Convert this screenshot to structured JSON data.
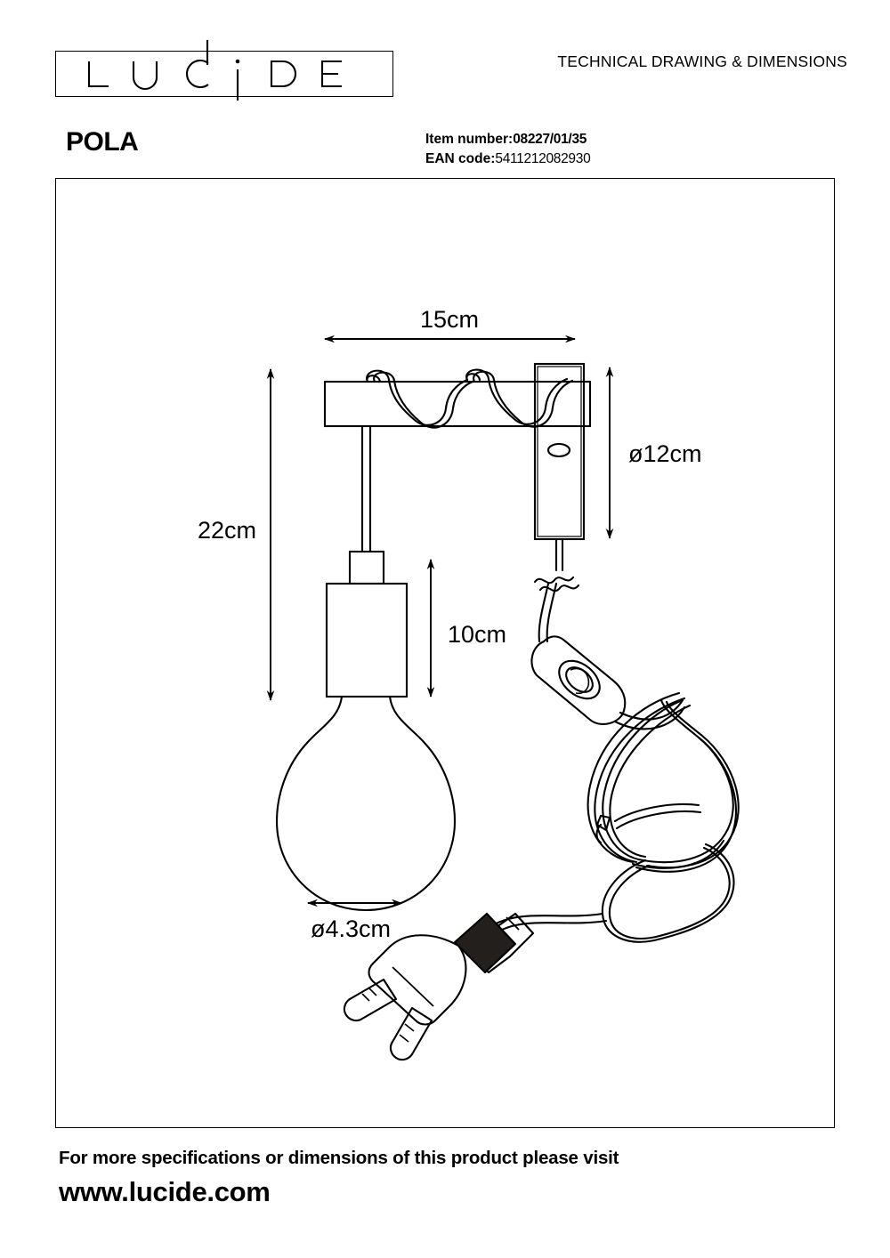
{
  "header": {
    "logo_text": "LUCIDE",
    "logo_letters": [
      "L",
      "U",
      "C",
      "I",
      "D",
      "E"
    ],
    "doc_kind": "TECHNICAL DRAWING & DIMENSIONS"
  },
  "title_block": {
    "product_name": "POLA",
    "item_number_label": "Item number:",
    "item_number_value": "08227/01/35",
    "ean_label": "EAN code:",
    "ean_value": "5411212082930"
  },
  "drawing": {
    "description": "Wall lamp technical drawing: horizontal arm with wrapped cord, wall mount plate, pendant cord with socket and globe bulb, inline rocker switch, coiled cable and two-pin plug",
    "dimensions": {
      "width_label": "15cm",
      "height_label": "22cm",
      "plate_height_label": "ø12cm",
      "socket_drop_label": "10cm",
      "bulb_diameter_label": "ø4.3cm"
    }
  },
  "footer": {
    "line1": "For more specifications or dimensions of this product please visit",
    "line2": "www.lucide.com"
  },
  "colors": {
    "ink": "#000000",
    "paper": "#ffffff"
  }
}
